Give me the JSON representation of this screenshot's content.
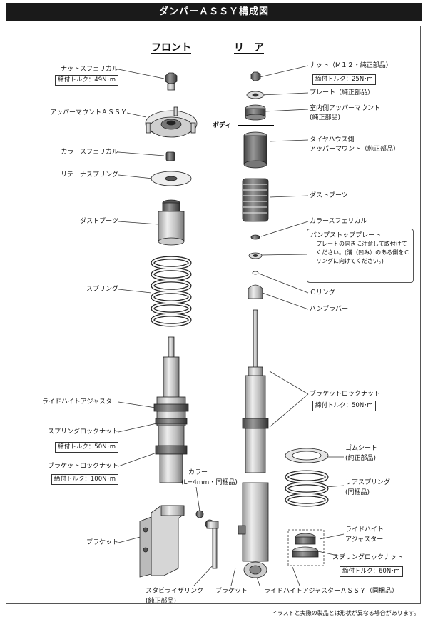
{
  "header": {
    "title": "ダンパーＡＳＳＹ構成図"
  },
  "sections": {
    "front": "フロント",
    "rear": "リ　ア"
  },
  "front_labels": {
    "nut_spherical": "ナットスフェリカル",
    "nut_torque": "締付トルク：49N･m",
    "upper_mount": "アッパーマウントＡＳＳＹ",
    "collar_spherical": "カラースフェリカル",
    "retainer_spring": "リテーナスプリング",
    "dust_boot": "ダストブーツ",
    "spring": "スプリング",
    "ride_height_adjuster": "ライドハイトアジャスター",
    "spring_lock_nut": "スプリングロックナット",
    "spring_lock_torque": "締付トルク：50N･m",
    "bracket_lock_nut": "ブラケットロックナット",
    "bracket_lock_torque": "締付トルク：100N･m",
    "collar": "カラー",
    "collar_note": "(L=4mm・同梱品)",
    "bracket": "ブラケット",
    "stabilizer_link": "スタビライザリンク",
    "stabilizer_note": "(純正部品)"
  },
  "rear_labels": {
    "body": "ボディ",
    "nut": "ナット（M１２・純正部品）",
    "nut_torque": "締付トルク：25N･m",
    "plate": "プレート（純正部品）",
    "inner_upper_mount": "室内側アッパーマウント",
    "inner_upper_mount_note": "(純正部品)",
    "tirehouse_mount_1": "タイヤハウス側",
    "tirehouse_mount_2": "アッパーマウント（純正部品）",
    "dust_boot": "ダストブーツ",
    "collar_spherical": "カラースフェリカル",
    "bump_stop_plate": "バンプストッププレート",
    "bump_stop_note": "プレートの向きに注意して取付けてください。(溝（凹み）のある側をＣリングに向けてください。)",
    "c_ring": "Ｃリング",
    "bump_rubber": "バンプラバー",
    "bracket_lock_nut": "ブラケットロックナット",
    "bracket_lock_torque": "締付トルク：50N･m",
    "rubber_seat": "ゴムシート",
    "rubber_seat_note": "(純正部品)",
    "rear_spring": "リアスプリング",
    "rear_spring_note": "(同梱品)",
    "ride_height_adjuster_1": "ライドハイト",
    "ride_height_adjuster_2": "アジャスター",
    "spring_lock_nut": "スプリングロックナット",
    "spring_lock_torque": "締付トルク：60N･m",
    "bracket": "ブラケット",
    "rh_adjuster_assy": "ライドハイトアジャスターＡＳＳＹ（同梱品）"
  },
  "footer": "イラストと実際の製品とは形状が異なる場合があります。"
}
